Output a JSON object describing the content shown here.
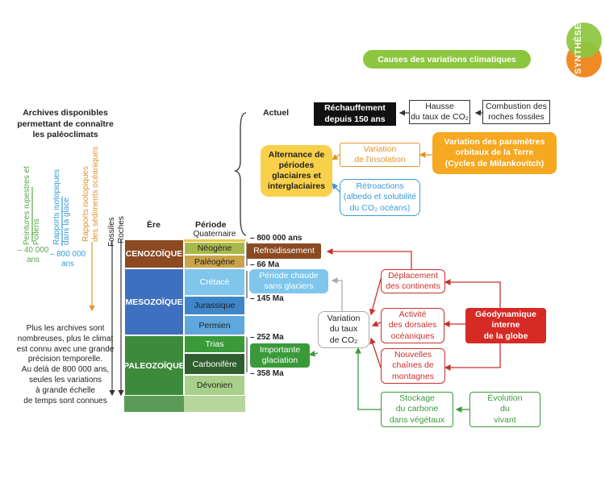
{
  "badge": {
    "label": "SYNTHÈSE",
    "colors": [
      "#f08a24",
      "#8cc63f"
    ]
  },
  "header": {
    "title": "Causes des variations climatiques",
    "color": "#8cc63f"
  },
  "archives": {
    "title": "Archives disponibles\npermettant de connaître\nles paléoclimats",
    "columns": [
      {
        "label": "Peintures rupestres et\nPollens",
        "color": "#5aa64a"
      },
      {
        "label": "Rapports isotopiques\ndans la glace",
        "color": "#3a9ad9"
      },
      {
        "label": "Rapports isotopiques\ndes sédiments océaniques",
        "color": "#e0952b"
      },
      {
        "label": "Fossiles",
        "color": "#222222"
      },
      {
        "label": "Roches",
        "color": "#222222"
      }
    ],
    "value_40000": "– 40 000\nans",
    "value_800000": "– 800 000\nans",
    "note": "Plus les archives sont\nnombreuses, plus le climat\nest connu avec une grande\nprécision temporelle.\nAu delà de 800 000 ans,\nseules les variations\nà grande échelle\nde temps sont connues"
  },
  "timescale": {
    "era_header": "Ère",
    "period_header": "Période",
    "quaternary": "Quaternaire",
    "actuel": "Actuel",
    "eras": [
      {
        "name": "CENOZOÏQUE",
        "color": "#8b4a22"
      },
      {
        "name": "MESOZOÏQUE",
        "color": "#3f6fbf"
      },
      {
        "name": "PALEOZOÏQUE",
        "color": "#3c8a3a"
      }
    ],
    "periods": [
      {
        "name": "Néogène",
        "color": "#a8b84a"
      },
      {
        "name": "Paléogène",
        "color": "#c9a44a"
      },
      {
        "name": "Crétacé",
        "color": "#7ec6ec"
      },
      {
        "name": "Jurassique",
        "color": "#3f86c8"
      },
      {
        "name": "Permien",
        "color": "#5fa7dc"
      },
      {
        "name": "Trias",
        "color": "#3a9a3a"
      },
      {
        "name": "Carbonifère",
        "color": "#2f5f2f"
      },
      {
        "name": "Dévonien",
        "color": "#a8d08a"
      }
    ],
    "ages": [
      "– 800 000 ans",
      "– 66 Ma",
      "– 145 Ma",
      "– 252 Ma",
      "– 358 Ma"
    ]
  },
  "nodes": {
    "rechauffement": "Réchauffement\ndepuis 150 ans",
    "hausse": "Hausse\ndu taux de CO₂",
    "combustion": "Combustion des\nroches fossiles",
    "alternance": "Alternance de\npériodes\nglaciaires et\ninterglaciaires",
    "variation_insolation": "Variation\nde l'insolation",
    "milankovitch": "Variation des paramètres\norbitaux de la Terre\n(Cycles de Milankovitch)",
    "retroactions": "Rétroactions\n(albedo et solubilité\ndu CO₂ océans)",
    "refroidissement": "Refroidissement",
    "periode_chaude": "Période chaude\nsans glaciers",
    "importante_glaciation": "Importante\nglaciation",
    "variation_co2": "Variation\ndu taux\nde CO₂",
    "deplacement": "Déplacement\ndes continents",
    "activite": "Activité\ndes dorsales\nocéaniques",
    "nouvelles_chaines": "Nouvelles\nchaînes de\nmontagnes",
    "geodynamique": "Géodynamique\ninterne\nde la globe",
    "stockage": "Stockage\ndu carbone\ndans végétaux",
    "evolution": "Évolution\ndu\nvivant"
  }
}
